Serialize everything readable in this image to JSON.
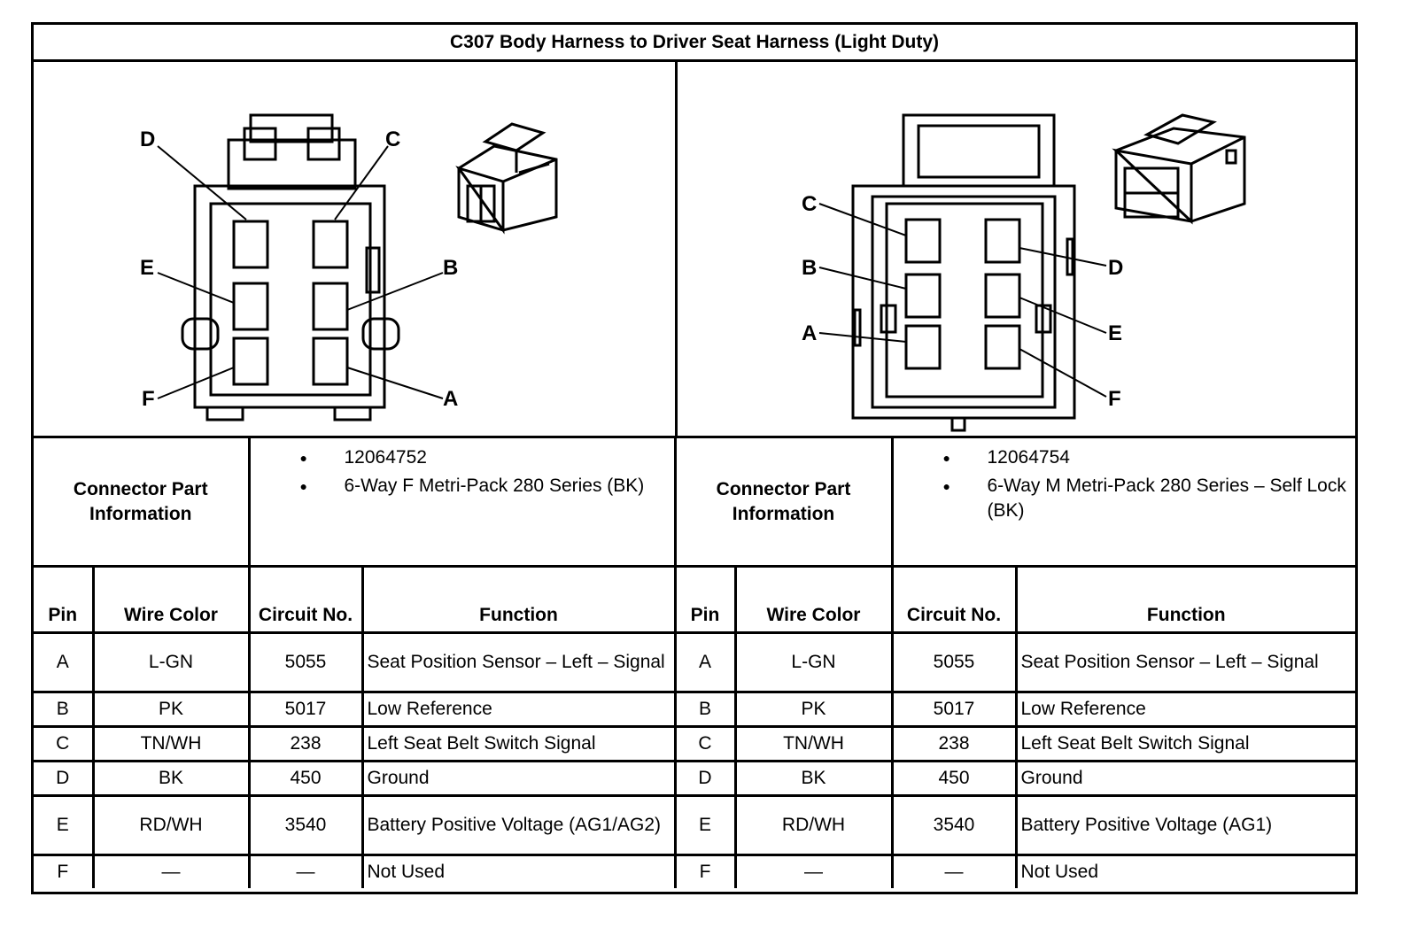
{
  "title": "C307 Body Harness to Driver Seat Harness (Light Duty)",
  "connectors": [
    {
      "pin_labels": [
        "D",
        "C",
        "E",
        "B",
        "F",
        "A"
      ],
      "info_label": "Connector Part Information",
      "part_number": "12064752",
      "description": "6-Way F Metri-Pack 280 Series (BK)"
    },
    {
      "pin_labels": [
        "C",
        "B",
        "A",
        "D",
        "E",
        "F"
      ],
      "info_label": "Connector Part Information",
      "part_number": "12064754",
      "description": "6-Way M Metri-Pack 280 Series – Self Lock (BK)"
    }
  ],
  "pin_table": {
    "headers_left": [
      "Pin",
      "Wire Color",
      "Circuit No.",
      "Function"
    ],
    "headers_right": [
      "Pin",
      "Wire Color",
      "Circuit No.",
      "Function"
    ],
    "left_rows": [
      [
        "A",
        "L-GN",
        "5055",
        "Seat Position Sensor – Left – Signal"
      ],
      [
        "B",
        "PK",
        "5017",
        "Low Reference"
      ],
      [
        "C",
        "TN/WH",
        "238",
        "Left Seat Belt Switch Signal"
      ],
      [
        "D",
        "BK",
        "450",
        "Ground"
      ],
      [
        "E",
        "RD/WH",
        "3540",
        "Battery Positive Voltage (AG1/AG2)"
      ],
      [
        "F",
        "—",
        "—",
        "Not Used"
      ]
    ],
    "right_rows": [
      [
        "A",
        "L-GN",
        "5055",
        "Seat Position Sensor – Left – Signal"
      ],
      [
        "B",
        "PK",
        "5017",
        "Low Reference"
      ],
      [
        "C",
        "TN/WH",
        "238",
        "Left Seat Belt Switch Signal"
      ],
      [
        "D",
        "BK",
        "450",
        "Ground"
      ],
      [
        "E",
        "RD/WH",
        "3540",
        "Battery Positive Voltage (AG1)"
      ],
      [
        "F",
        "—",
        "—",
        "Not Used"
      ]
    ]
  }
}
